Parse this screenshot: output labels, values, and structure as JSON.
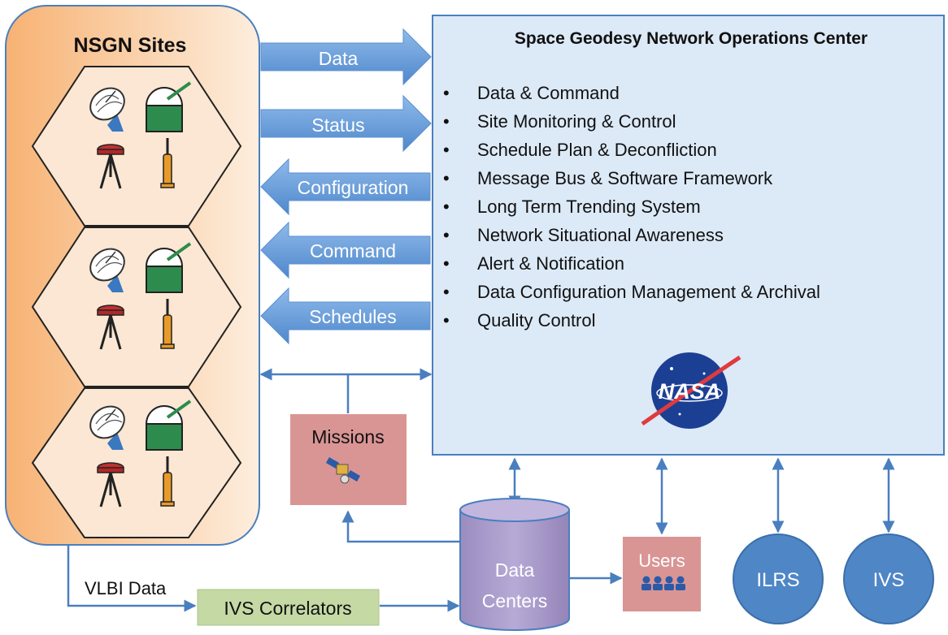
{
  "nsgn": {
    "title": "NSGN Sites"
  },
  "arrows": {
    "data": "Data",
    "status": "Status",
    "configuration": "Configuration",
    "command": "Command",
    "schedules": "Schedules"
  },
  "center": {
    "title": "Space Geodesy Network Operations Center",
    "bullet_glyph": "•",
    "items": [
      "Data & Command",
      "Site Monitoring & Control",
      "Schedule Plan & Deconfliction",
      "Message Bus & Software Framework",
      "Long Term Trending System",
      "Network Situational Awareness",
      "Alert & Notification",
      "Data Configuration Management & Archival",
      "Quality Control"
    ],
    "logo_text": "NASA"
  },
  "missions": {
    "label": "Missions"
  },
  "data_centers": {
    "line1": "Data",
    "line2": "Centers"
  },
  "users": {
    "label": "Users"
  },
  "ilrs": {
    "label": "ILRS"
  },
  "ivs": {
    "label": "IVS"
  },
  "vlbi": {
    "label": "VLBI Data"
  },
  "correlators": {
    "label": "IVS Correlators"
  },
  "colors": {
    "nsgn_fill_left": "#f9b97f",
    "nsgn_fill_right": "#fde8d6",
    "center_fill": "#dce9f7",
    "arrow_fill": "#6a9fd8",
    "connector": "#4a7fbf",
    "missions_fill": "#d99594",
    "users_fill": "#d99594",
    "data_centers_fill": "#a899c8",
    "circle_fill": "#4f86c6",
    "correlators_fill": "#c5d9a4"
  },
  "icons": [
    "radar-dish-icon",
    "dome-telescope-icon",
    "gnss-antenna-icon",
    "doris-beacon-icon",
    "satellite-icon",
    "users-group-icon",
    "nasa-logo-icon"
  ]
}
